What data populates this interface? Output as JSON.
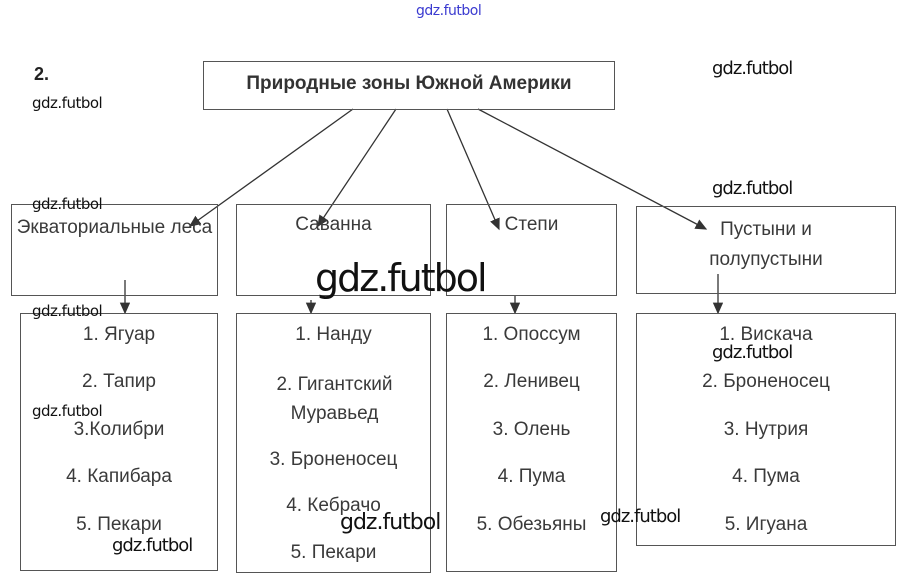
{
  "task_number": "2.",
  "title": "Природные зоны Южной Америки",
  "zones": [
    {
      "name": "Экваториальные леса",
      "animals": [
        "1. Ягуар",
        "2. Тапир",
        "3.Колибри",
        "4. Капибара",
        "5. Пекари"
      ]
    },
    {
      "name": "Саванна",
      "animals": [
        "1. Нанду",
        "2. Гигантский Муравьед",
        "3. Броненосец",
        "4. Кебрачо",
        "5. Пекари"
      ]
    },
    {
      "name": "Степи",
      "animals": [
        "1. Опоссум",
        "2. Ленивец",
        "3. Олень",
        "4. Пума",
        "5. Обезьяны"
      ]
    },
    {
      "name": "Пустыни и полупустыни",
      "animals": [
        "1. Вискача",
        "2. Броненосец",
        "3. Нутрия",
        "4. Пума",
        "5. Игуана"
      ]
    }
  ],
  "watermark": "gdz.futbol"
}
